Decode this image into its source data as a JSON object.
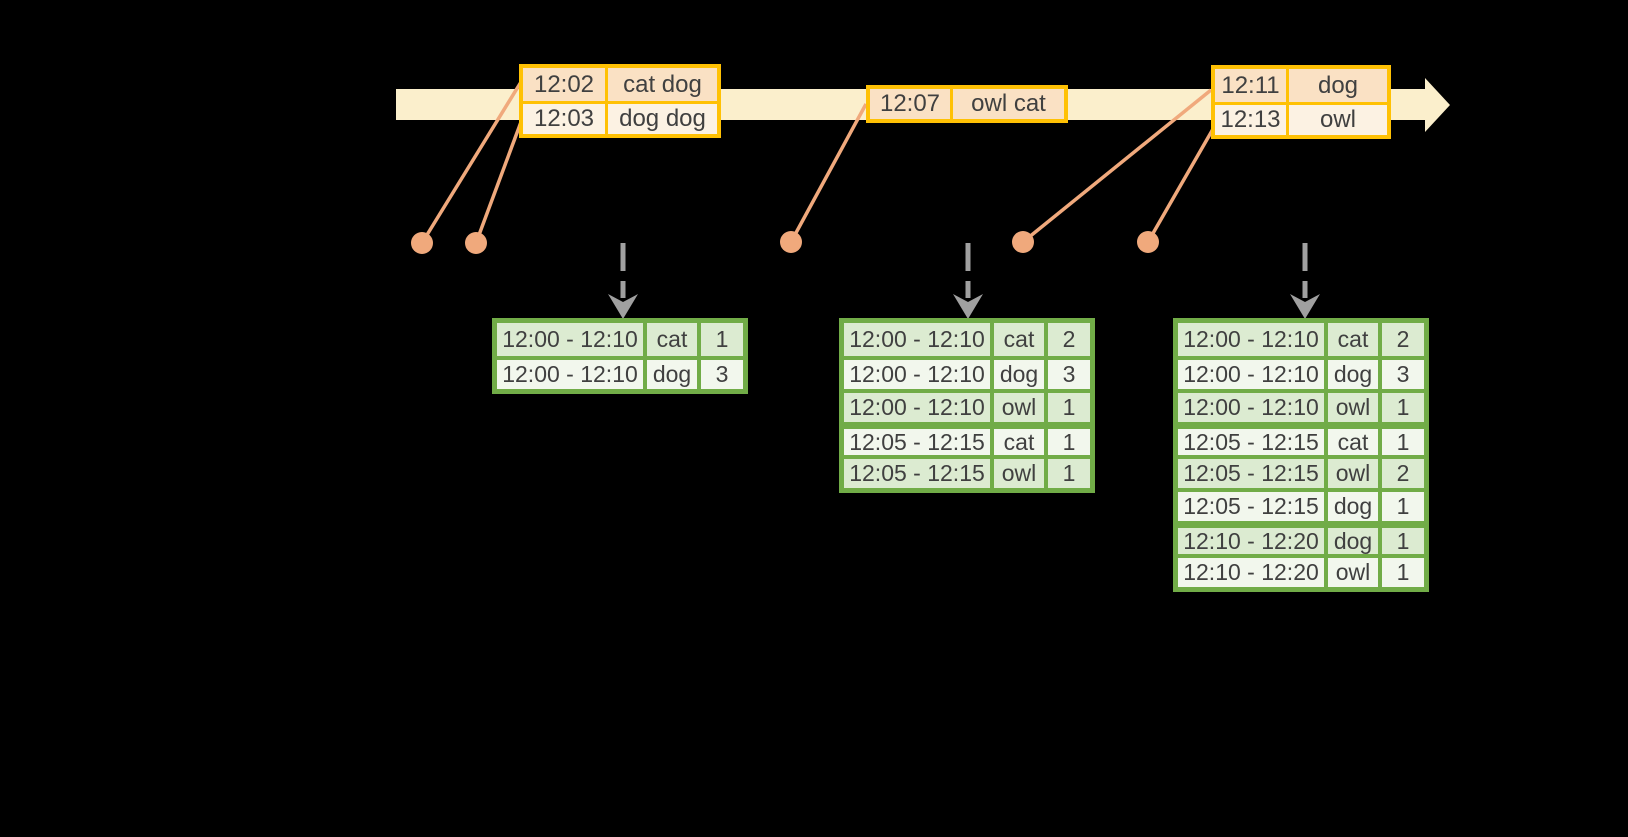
{
  "colors": {
    "background": "#000000",
    "timeline_fill": "#FBEFCC",
    "event_border": "#FFC104",
    "event_row_peach": "#FAE1C4",
    "event_row_cream": "#FCF2E3",
    "connector": "#F0A97C",
    "result_border": "#71AC47",
    "result_row_green": "#DCEBD1",
    "result_row_white": "#F2F7ED",
    "trigger_arrow": "#A0A0A0",
    "text": "#404040"
  },
  "event_tables": [
    {
      "rows": [
        {
          "time": "12:02",
          "words": "cat dog"
        },
        {
          "time": "12:03",
          "words": "dog dog"
        }
      ]
    },
    {
      "rows": [
        {
          "time": "12:07",
          "words": "owl cat"
        }
      ]
    },
    {
      "rows": [
        {
          "time": "12:11",
          "words": "dog"
        },
        {
          "time": "12:13",
          "words": "owl"
        }
      ]
    }
  ],
  "result_tables": [
    {
      "rows": [
        {
          "window": "12:00 - 12:10",
          "word": "cat",
          "count": "1"
        },
        {
          "window": "12:00 - 12:10",
          "word": "dog",
          "count": "3"
        }
      ]
    },
    {
      "rows": [
        {
          "window": "12:00 - 12:10",
          "word": "cat",
          "count": "2"
        },
        {
          "window": "12:00 - 12:10",
          "word": "dog",
          "count": "3"
        },
        {
          "window": "12:00 - 12:10",
          "word": "owl",
          "count": "1"
        },
        {
          "window": "12:05 - 12:15",
          "word": "cat",
          "count": "1",
          "sep": true
        },
        {
          "window": "12:05 - 12:15",
          "word": "owl",
          "count": "1"
        }
      ]
    },
    {
      "rows": [
        {
          "window": "12:00 - 12:10",
          "word": "cat",
          "count": "2"
        },
        {
          "window": "12:00 - 12:10",
          "word": "dog",
          "count": "3"
        },
        {
          "window": "12:00 - 12:10",
          "word": "owl",
          "count": "1"
        },
        {
          "window": "12:05 - 12:15",
          "word": "cat",
          "count": "1",
          "sep": true
        },
        {
          "window": "12:05 - 12:15",
          "word": "owl",
          "count": "2"
        },
        {
          "window": "12:05 - 12:15",
          "word": "dog",
          "count": "1"
        },
        {
          "window": "12:10 - 12:20",
          "word": "dog",
          "count": "1",
          "sep": true
        },
        {
          "window": "12:10 - 12:20",
          "word": "owl",
          "count": "1"
        }
      ]
    }
  ]
}
